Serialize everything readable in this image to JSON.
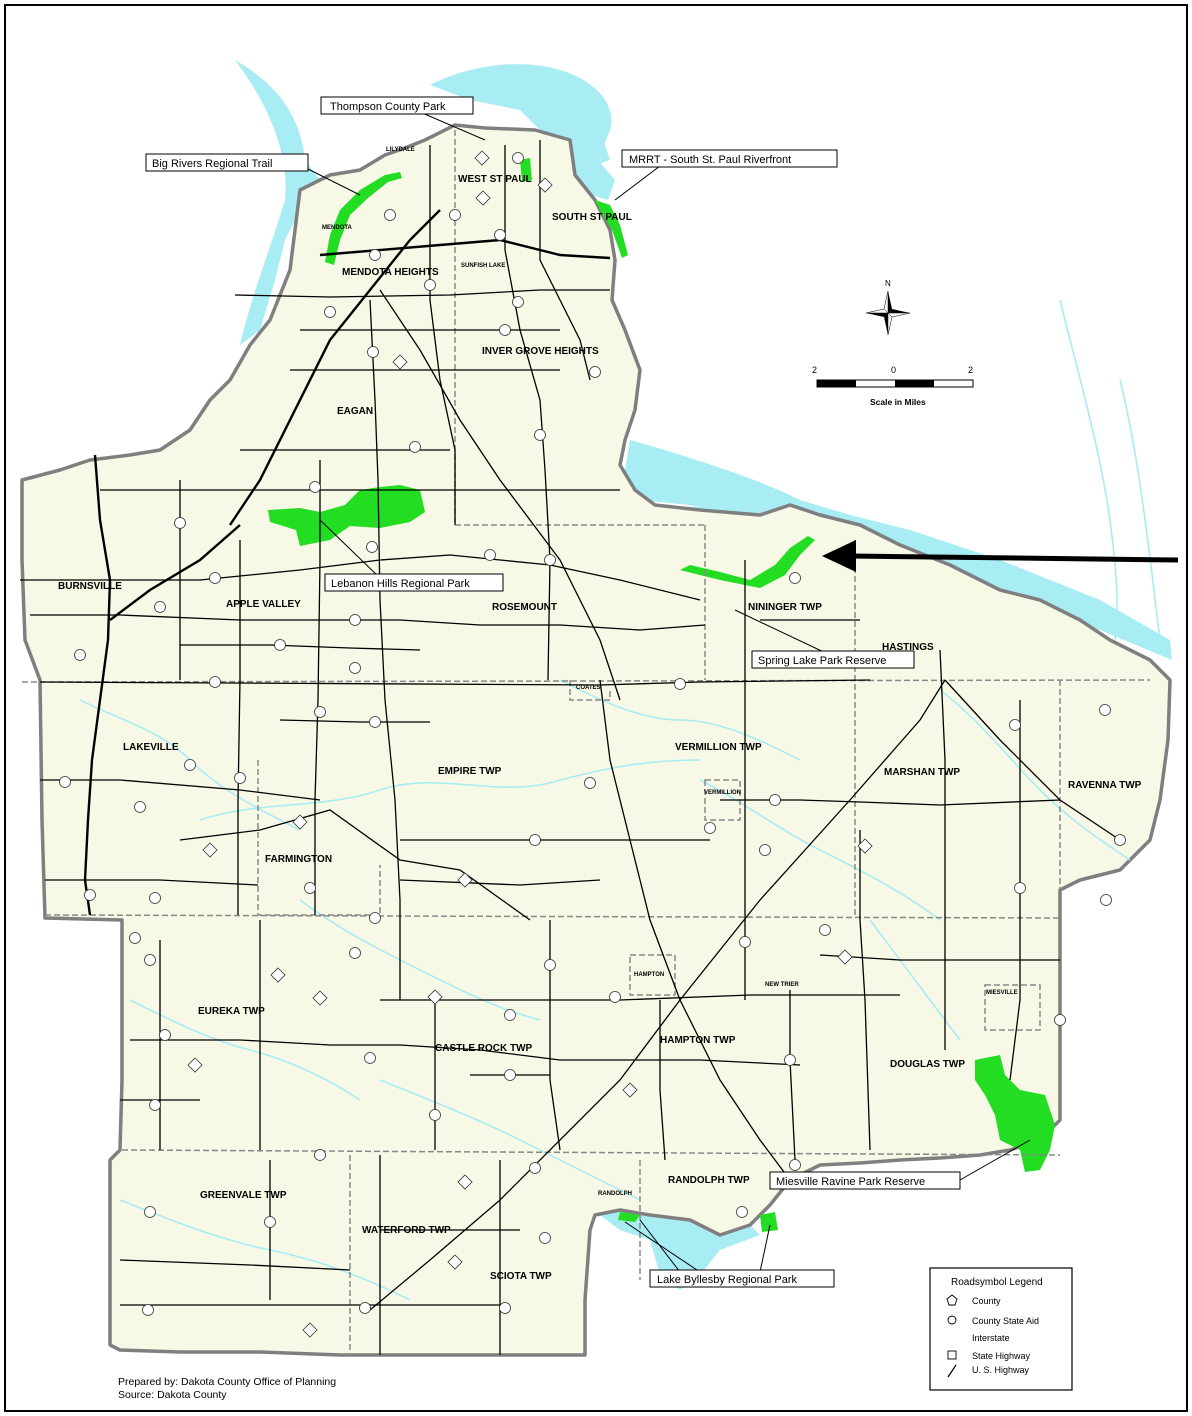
{
  "map": {
    "north_label": "N",
    "scale": {
      "ticks": [
        "2",
        "0",
        "2"
      ],
      "label": "Scale in Miles"
    },
    "callouts": [
      {
        "id": "thompson",
        "text": "Thompson County Park"
      },
      {
        "id": "bigrivers",
        "text": "Big Rivers Regional Trail"
      },
      {
        "id": "mrrt",
        "text": "MRRT - South St. Paul Riverfront"
      },
      {
        "id": "lebanon",
        "text": "Lebanon Hills Regional Park"
      },
      {
        "id": "springlake",
        "text": "Spring Lake Park Reserve"
      },
      {
        "id": "miesville",
        "text": "Miesville Ravine Park Reserve"
      },
      {
        "id": "byllesby",
        "text": "Lake Byllesby Regional Park"
      }
    ],
    "places": [
      {
        "id": "west-st-paul",
        "text": "WEST ST PAUL"
      },
      {
        "id": "south-st-paul",
        "text": "SOUTH ST PAUL"
      },
      {
        "id": "mendota-heights",
        "text": "MENDOTA HEIGHTS"
      },
      {
        "id": "inver-grove-heights",
        "text": "INVER GROVE HEIGHTS"
      },
      {
        "id": "eagan",
        "text": "EAGAN"
      },
      {
        "id": "burnsville",
        "text": "BURNSVILLE"
      },
      {
        "id": "apple-valley",
        "text": "APPLE VALLEY"
      },
      {
        "id": "rosemount",
        "text": "ROSEMOUNT"
      },
      {
        "id": "nininger-twp",
        "text": "NININGER TWP"
      },
      {
        "id": "hastings",
        "text": "HASTINGS"
      },
      {
        "id": "lakeville",
        "text": "LAKEVILLE"
      },
      {
        "id": "empire-twp",
        "text": "EMPIRE TWP"
      },
      {
        "id": "vermillion-twp",
        "text": "VERMILLION TWP"
      },
      {
        "id": "marshan-twp",
        "text": "MARSHAN TWP"
      },
      {
        "id": "ravenna-twp",
        "text": "RAVENNA TWP"
      },
      {
        "id": "farmington",
        "text": "FARMINGTON"
      },
      {
        "id": "eureka-twp",
        "text": "EUREKA TWP"
      },
      {
        "id": "castle-rock-twp",
        "text": "CASTLE ROCK TWP"
      },
      {
        "id": "hampton-twp",
        "text": "HAMPTON TWP"
      },
      {
        "id": "douglas-twp",
        "text": "DOUGLAS TWP"
      },
      {
        "id": "greenvale-twp",
        "text": "GREENVALE TWP"
      },
      {
        "id": "waterford-twp",
        "text": "WATERFORD TWP"
      },
      {
        "id": "sciota-twp",
        "text": "SCIOTA TWP"
      },
      {
        "id": "randolph-twp",
        "text": "RANDOLPH TWP"
      }
    ],
    "small_places": [
      {
        "id": "lilydale",
        "text": "LILYDALE"
      },
      {
        "id": "mendota",
        "text": "MENDOTA"
      },
      {
        "id": "sunfish-lake",
        "text": "SUNFISH LAKE"
      },
      {
        "id": "coates",
        "text": "COATES"
      },
      {
        "id": "vermillion",
        "text": "VERMILLION"
      },
      {
        "id": "hampton",
        "text": "HAMPTON"
      },
      {
        "id": "new-trier",
        "text": "NEW TRIER"
      },
      {
        "id": "miesville",
        "text": "MIESVILLE"
      },
      {
        "id": "randolph",
        "text": "RANDOLPH"
      }
    ],
    "legend": {
      "title": "Roadsymbol Legend",
      "items": [
        {
          "symbol": "pentagon",
          "text": "County"
        },
        {
          "symbol": "circle",
          "text": "County State Aid"
        },
        {
          "symbol": "none",
          "text": "Interstate"
        },
        {
          "symbol": "square",
          "text": "State Highway"
        },
        {
          "symbol": "slash",
          "text": "U. S. Highway"
        }
      ]
    },
    "colors": {
      "land": "#f8f8e6",
      "water": "#a8ecf4",
      "park": "#22dd22",
      "boundary": "#7f7f7f",
      "road": "#000000"
    }
  },
  "footer": {
    "prepared_by": "Prepared by: Dakota County Office of Planning",
    "source": "Source: Dakota County"
  }
}
